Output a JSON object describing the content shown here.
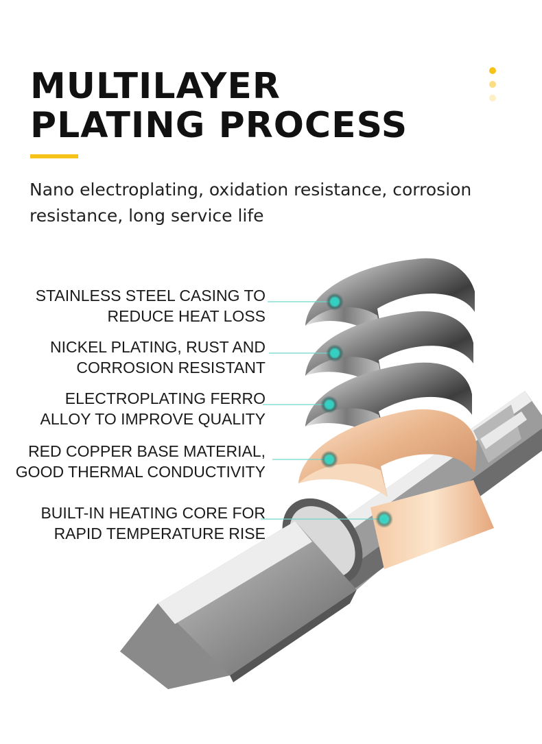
{
  "header": {
    "title_line1": "MULTILAYER",
    "title_line2": "PLATING PROCESS",
    "subtitle": "Nano electroplating, oxidation resistance, corrosion resistance, long service life"
  },
  "colors": {
    "accent": "#f7c21a",
    "marker": "#2fd3c4",
    "leader_line": "#6fd6cc"
  },
  "layers": [
    {
      "line1": "STAINLESS STEEL CASING TO",
      "line2": "REDUCE HEAT LOSS"
    },
    {
      "line1": "NICKEL PLATING, RUST AND",
      "line2": "CORROSION RESISTANT"
    },
    {
      "line1": "ELECTROPLATING FERRO",
      "line2": "ALLOY TO IMPROVE QUALITY"
    },
    {
      "line1": "RED COPPER BASE MATERIAL,",
      "line2": "GOOD THERMAL CONDUCTIVITY"
    },
    {
      "line1": "BUILT-IN HEATING CORE FOR",
      "line2": "RAPID TEMPERATURE RISE"
    }
  ]
}
